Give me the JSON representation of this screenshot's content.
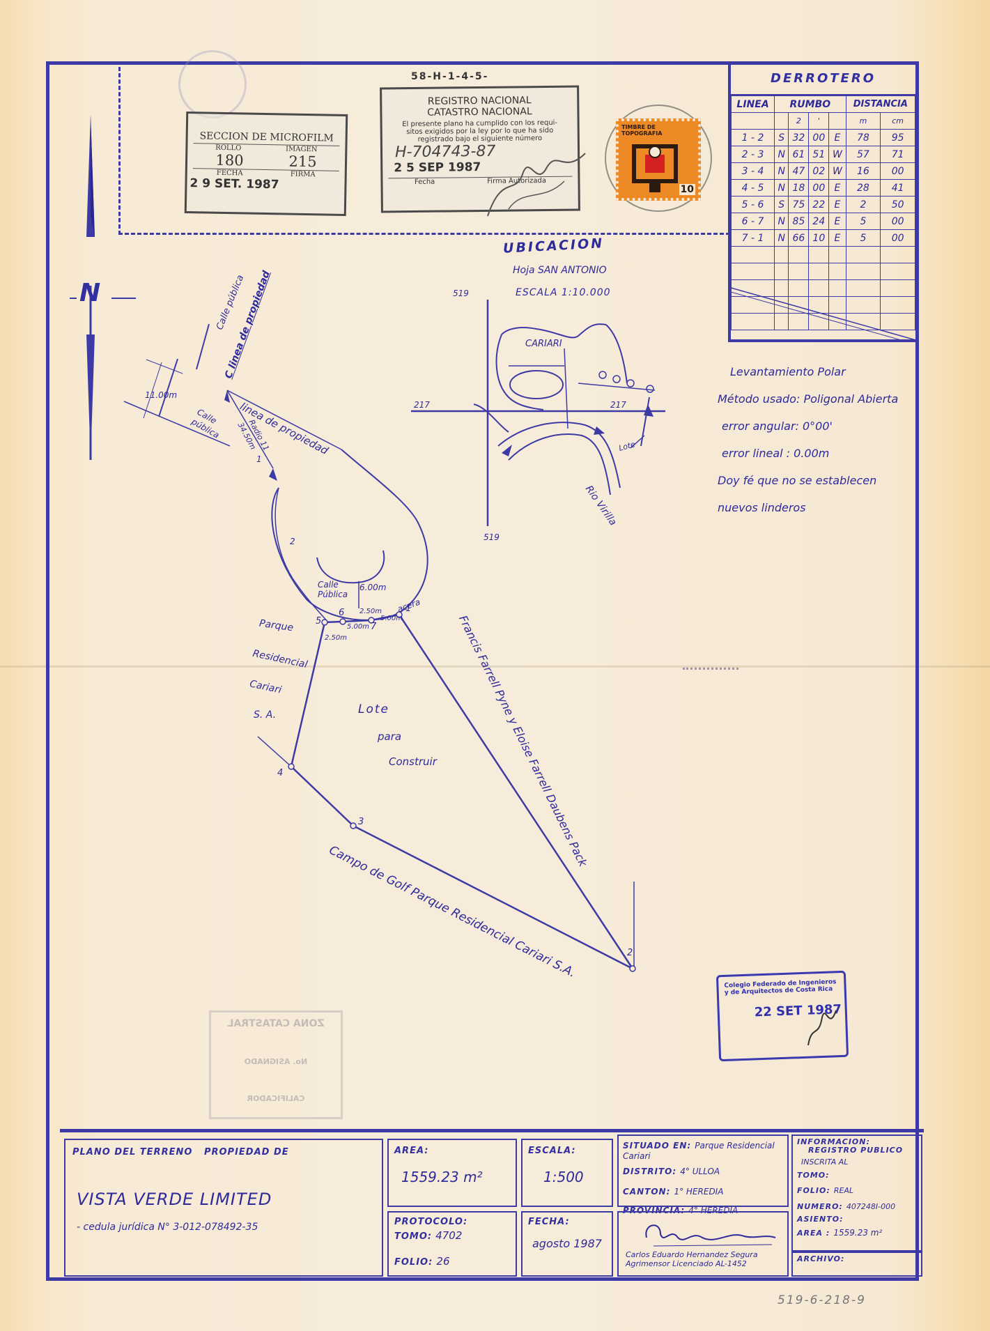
{
  "header_code": "58-H-1-4-5-",
  "north_label": "N",
  "microfilm_stamp": {
    "title": "SECCION DE MICROFILM",
    "rollo_label": "ROLLO",
    "imagen_label": "IMAGEN",
    "rollo": "180",
    "imagen": "215",
    "fecha_label": "FECHA",
    "firma_label": "FIRMA",
    "fecha": "2 9 SET. 1987"
  },
  "registro_stamp": {
    "line1": "REGISTRO NACIONAL",
    "line2": "CATASTRO NACIONAL",
    "text1": "El presente plano ha cumplido con los requi-",
    "text2": "sitos exigidos por la ley por lo que ha sido",
    "text3": "registrado bajo el siguiente número",
    "number": "H-704743-87",
    "date": "2 5 SEP 1987",
    "fecha_label": "Fecha",
    "firma_label": "Firma Autorizada"
  },
  "revenue_stamp": {
    "label": "TIMBRE DE TOPOGRAFIA",
    "value": "10"
  },
  "derrotero": {
    "title": "DERROTERO",
    "headers": [
      "LINEA",
      "RUMBO",
      "DISTANCIA"
    ],
    "subheaders": [
      "2",
      "'",
      "m",
      "cm"
    ],
    "rows": [
      [
        "1 - 2",
        "S",
        "32",
        "00",
        "E",
        "78",
        "95"
      ],
      [
        "2 - 3",
        "N",
        "61",
        "51",
        "W",
        "57",
        "71"
      ],
      [
        "3 - 4",
        "N",
        "47",
        "02",
        "W",
        "16",
        "00"
      ],
      [
        "4 - 5",
        "N",
        "18",
        "00",
        "E",
        "28",
        "41"
      ],
      [
        "5 - 6",
        "S",
        "75",
        "22",
        "E",
        "2",
        "50"
      ],
      [
        "6 - 7",
        "N",
        "85",
        "24",
        "E",
        "5",
        "00"
      ],
      [
        "7 - 1",
        "N",
        "66",
        "10",
        "E",
        "5",
        "00"
      ]
    ]
  },
  "ubicacion": {
    "title": "UBICACION",
    "hoja": "Hoja SAN ANTONIO",
    "escala": "ESCALA 1:10.000",
    "grid_519_top": "519",
    "grid_519_bottom": "519",
    "grid_217_left": "217",
    "grid_217_right": "217",
    "cariari": "CARIARI",
    "lote": "Lote",
    "rio": "Rio Virilla"
  },
  "notes": [
    "Levantamiento Polar",
    "Método usado: Poligonal Abierta",
    "error angular: 0°00'",
    "error lineal : 0.00m",
    "Doy fé que no se establecen",
    "nuevos linderos"
  ],
  "plan_labels": {
    "calle_publica_1": "Calle pública",
    "linea_propiedad_1": "C linea de propiedad",
    "width_11": "11.00m",
    "calle_publica_2": "Calle pública",
    "linea_propiedad_2": "linea de propiedad",
    "radius": "Radio 11",
    "dist_3450": "34.50m",
    "calle_publica_3": "Calle Pública",
    "dim_600": "6.00m",
    "acera": "acera",
    "dim_250a": "2.50m",
    "dim_500a": "5.00m",
    "dim_500b": "5.00m",
    "dim_250b": "2.50m",
    "parque": "Parque",
    "residencial": "Residencial",
    "cariari": "Cariari",
    "sa": "S. A.",
    "lote": "Lote",
    "para": "para",
    "construir": "Construir",
    "neighbor_east": "Francis Farrell Pyne y Eloise Farrell Daubens Pack",
    "neighbor_south": "Campo de Golf Parque Residencial Cariari S.A.",
    "v1": "1",
    "v2": "2",
    "v3": "3",
    "v4": "4",
    "v5": "5",
    "v6": "6",
    "v7": "7",
    "az1": "1",
    "az2": "2"
  },
  "colegio_stamp": {
    "line1": "Colegio Federado de Ingenieros",
    "line2": "y de Arquitectos de Costa Rica",
    "date": "22 SET 1987"
  },
  "zona_stamp": {
    "title": "ZONA CATASTRAL",
    "l2": "No. ASIGNADO",
    "l3": "CALIFICADOR"
  },
  "title_block": {
    "plano_label": "PLANO DEL TERRENO   PROPIEDAD DE",
    "owner": "VISTA VERDE LIMITED",
    "cedula": "- cedula jurídica N° 3-012-078492-35",
    "area_label": "AREA:",
    "area_value": "1559.23 m²",
    "escala_label": "ESCALA:",
    "escala_value": "1:500",
    "protocolo_label": "PROTOCOLO:",
    "tomo_label": "TOMO:",
    "tomo_value": "4702",
    "folio_label": "FOLIO:",
    "folio_value": "26",
    "fecha_label": "FECHA:",
    "fecha_value": "agosto 1987",
    "situado_label": "SITUADO EN:",
    "situado_value": "Parque Residencial Cariari",
    "distrito_label": "DISTRITO:",
    "distrito_value": "4° ULLOA",
    "canton_label": "CANTON:",
    "canton_value": "1° HEREDIA",
    "provincia_label": "PROVINCIA:",
    "provincia_value": "4° HEREDIA",
    "surveyor_name": "Carlos Eduardo Hernandez Segura",
    "surveyor_title": "Agrimensor Licenciado AL-1452",
    "info_label": "INFORMACION:",
    "registro_label": "REGISTRO PUBLICO",
    "inscrita_label": "INSCRITA AL",
    "info_tomo_label": "TOMO:",
    "info_folio_label": "FOLIO:",
    "info_folio_value": "REAL",
    "numero_label": "NUMERO:",
    "numero_value": "407248I-000",
    "asiento_label": "ASIENTO:",
    "info_area_label": "AREA :",
    "info_area_value": "1559.23 m²",
    "archivo_label": "ARCHIVO:"
  },
  "footer_code": "519-6-218-9"
}
